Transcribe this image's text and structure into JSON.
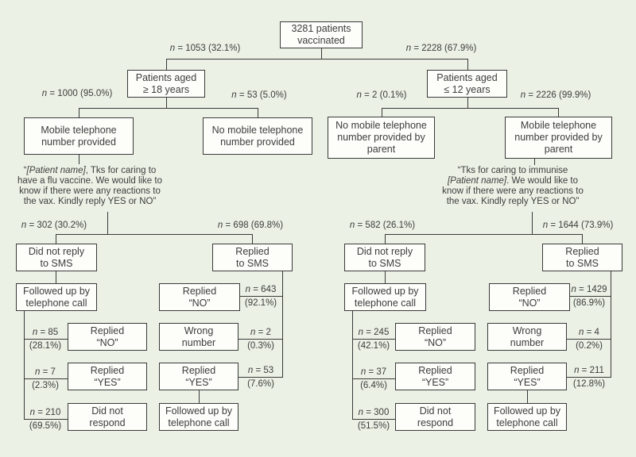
{
  "sym": {
    "n": "n"
  },
  "colors": {
    "background": "#ebf1e5",
    "box_fill": "#fdfdfa",
    "line": "#3a3a3a",
    "text": "#3d3d3d"
  },
  "root": {
    "text": "3281 patients\nvaccinated"
  },
  "adult": {
    "branch_label": "= 1053 (32.1%)",
    "age_box": "Patients aged\n≥ 18 years",
    "mobile_label": "= 1000 (95.0%)",
    "mobile_box": "Mobile telephone\nnumber provided",
    "no_mobile_label": "= 53 (5.0%)",
    "no_mobile_box": "No mobile telephone\nnumber provided",
    "sms_open": "“",
    "sms_italic": "[Patient name]",
    "sms_rest": ", Tks for caring to\nhave a flu vaccine. We would like to\nknow if there were any reactions to\nthe vax. Kindly reply YES or NO”",
    "no_reply_label": "= 302 (30.2%)",
    "no_reply_box": "Did not reply\nto SMS",
    "replied_label": "= 698 (69.8%)",
    "replied_box": "Replied\nto SMS",
    "followup_box": "Followed up by\ntelephone call",
    "call_no_count": "= 85",
    "call_no_pct": "(28.1%)",
    "call_no_box": "Replied\n“NO”",
    "call_yes_count": "= 7",
    "call_yes_pct": "(2.3%)",
    "call_yes_box": "Replied\n“YES”",
    "call_none_count": "= 210",
    "call_none_pct": "(69.5%)",
    "call_none_box": "Did not\nrespond",
    "sms_no_box": "Replied\n“NO”",
    "sms_no_count": "= 643",
    "sms_no_pct": "(92.1%)",
    "wrong_box": "Wrong\nnumber",
    "wrong_count": "= 2",
    "wrong_pct": "(0.3%)",
    "sms_yes_box": "Replied\n“YES”",
    "sms_yes_count": "= 53",
    "sms_yes_pct": "(7.6%)",
    "sms_followup_box": "Followed up by\ntelephone call"
  },
  "child": {
    "branch_label": "= 2228 (67.9%)",
    "age_box": "Patients aged\n≤ 12 years",
    "no_mobile_label": "= 2 (0.1%)",
    "no_mobile_box": "No mobile telephone\nnumber provided by\nparent",
    "mobile_label": "= 2226 (99.9%)",
    "mobile_box": "Mobile telephone\nnumber provided by\nparent",
    "sms_open": "“Tks for caring to immunise\n",
    "sms_italic": "[Patient name]",
    "sms_rest": ".  We would like to\nknow if there were any reactions to\nthe vax. Kindly reply YES or NO”",
    "no_reply_label": "= 582 (26.1%)",
    "no_reply_box": "Did not reply\nto SMS",
    "replied_label": "= 1644 (73.9%)",
    "replied_box": "Replied\nto SMS",
    "followup_box": "Followed up by\ntelephone call",
    "call_no_count": "= 245",
    "call_no_pct": "(42.1%)",
    "call_no_box": "Replied\n“NO”",
    "call_yes_count": "= 37",
    "call_yes_pct": "(6.4%)",
    "call_yes_box": "Replied\n“YES”",
    "call_none_count": "= 300",
    "call_none_pct": "(51.5%)",
    "call_none_box": "Did not\nrespond",
    "sms_no_box": "Replied\n“NO”",
    "sms_no_count": "= 1429",
    "sms_no_pct": "(86.9%)",
    "wrong_box": "Wrong\nnumber",
    "wrong_count": "= 4",
    "wrong_pct": "(0.2%)",
    "sms_yes_box": "Replied\n“YES”",
    "sms_yes_count": "= 211",
    "sms_yes_pct": "(12.8%)",
    "sms_followup_box": "Followed up by\ntelephone call"
  }
}
